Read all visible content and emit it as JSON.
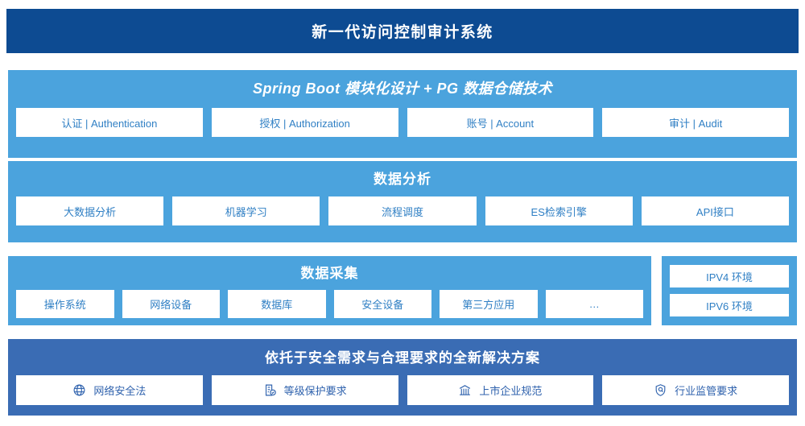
{
  "header": {
    "title": "新一代访问控制审计系统"
  },
  "colors": {
    "header_bg": "#0d4b92",
    "panel_blue": "#4ba3dd",
    "panel_dark_blue": "#3a6cb4",
    "card_bg": "#ffffff",
    "card_text": "#2f7fc4",
    "card_text_dark": "#2f62ad"
  },
  "platform": {
    "title": "Spring Boot 模块化设计 + PG 数据仓储技术",
    "cards": [
      {
        "label": "认证 | Authentication"
      },
      {
        "label": "授权 | Authorization"
      },
      {
        "label": "账号 | Account"
      },
      {
        "label": "审计 | Audit"
      }
    ]
  },
  "analysis": {
    "title": "数据分析",
    "cards": [
      {
        "label": "大数据分析"
      },
      {
        "label": "机器学习"
      },
      {
        "label": "流程调度"
      },
      {
        "label": "ES检索引擎"
      },
      {
        "label": "API接口"
      }
    ]
  },
  "collection": {
    "title": "数据采集",
    "cards": [
      {
        "label": "操作系统"
      },
      {
        "label": "网络设备"
      },
      {
        "label": "数据库"
      },
      {
        "label": "安全设备"
      },
      {
        "label": "第三方应用"
      },
      {
        "label": "…"
      }
    ]
  },
  "environment": {
    "cards": [
      {
        "label": "IPV4 环境"
      },
      {
        "label": "IPV6 环境"
      }
    ]
  },
  "solution": {
    "title": "依托于安全需求与合理要求的全新解决方案",
    "cards": [
      {
        "label": "网络安全法",
        "icon": "globe-icon"
      },
      {
        "label": "等级保护要求",
        "icon": "document-check-icon"
      },
      {
        "label": "上市企业规范",
        "icon": "bank-building-icon"
      },
      {
        "label": "行业监管要求",
        "icon": "shield-search-icon"
      }
    ]
  }
}
